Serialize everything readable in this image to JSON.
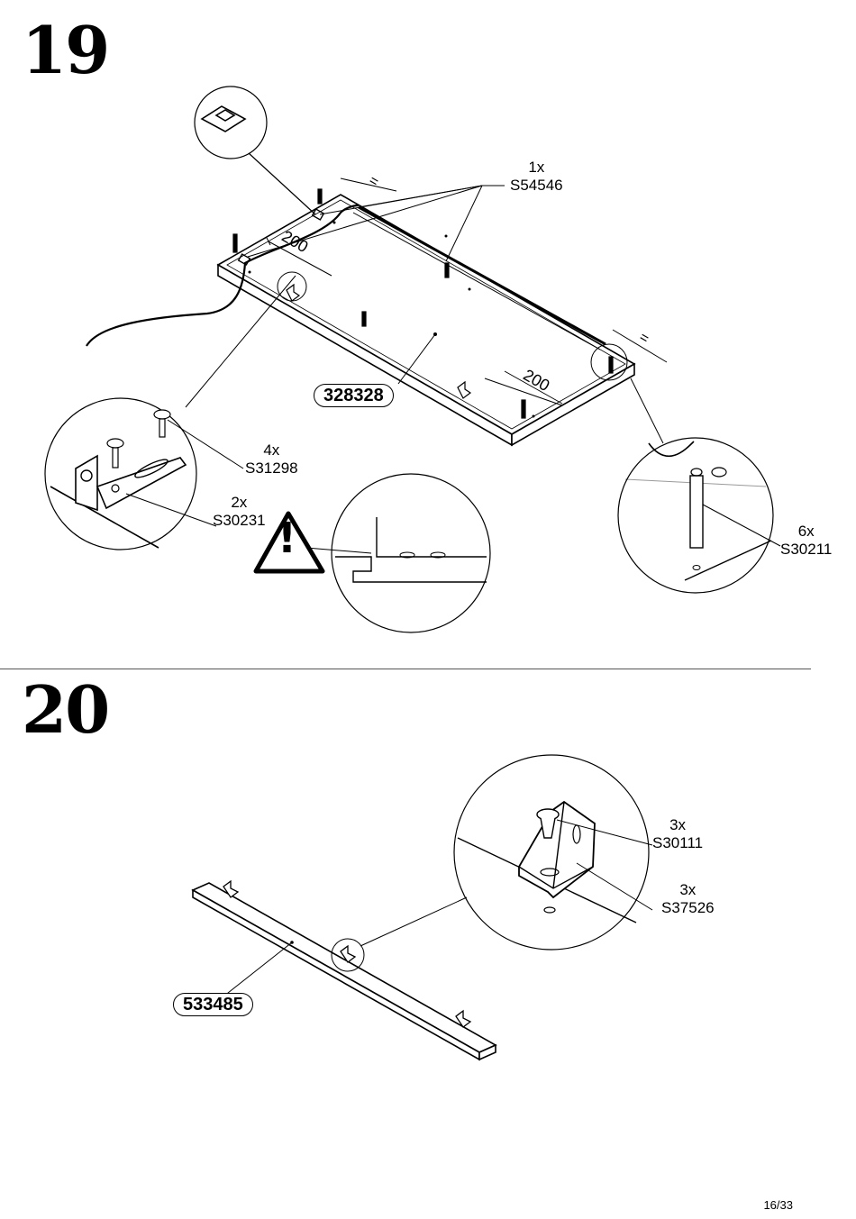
{
  "steps": {
    "step19": {
      "number": "19",
      "panel_part": "328328",
      "dimension_label_1": "200",
      "dimension_label_2": "200",
      "equal_mark_1": "=",
      "equal_mark_2": "=",
      "hardware": [
        {
          "qty": "1x",
          "code": "S54546"
        },
        {
          "qty": "4x",
          "code": "S31298"
        },
        {
          "qty": "2x",
          "code": "S30231"
        },
        {
          "qty": "6x",
          "code": "S30211"
        }
      ],
      "warning_symbol": "!"
    },
    "step20": {
      "number": "20",
      "rail_part": "533485",
      "hardware": [
        {
          "qty": "3x",
          "code": "S30111"
        },
        {
          "qty": "3x",
          "code": "S37526"
        }
      ]
    }
  },
  "page_number": "16/33"
}
